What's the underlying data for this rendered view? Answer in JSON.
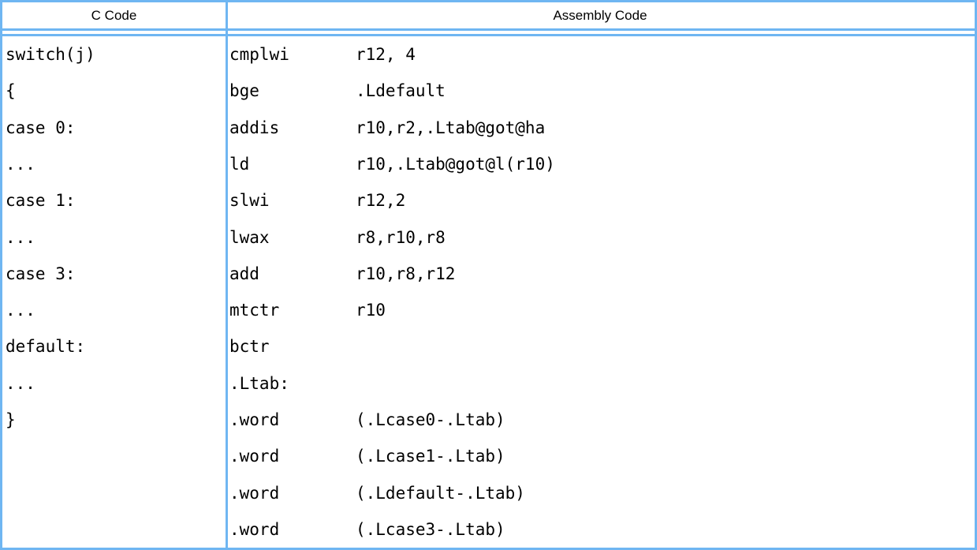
{
  "table": {
    "headers": [
      "C Code",
      "Assembly Code"
    ],
    "rows": [
      {
        "c": "switch(j)",
        "mnemonic": "cmplwi",
        "operand": "r12, 4"
      },
      {
        "c": "{",
        "mnemonic": "bge",
        "operand": ".Ldefault"
      },
      {
        "c": "case 0:",
        "mnemonic": "addis",
        "operand": "r10,r2,.Ltab@got@ha"
      },
      {
        "c": "...",
        "mnemonic": "ld",
        "operand": "r10,.Ltab@got@l(r10)"
      },
      {
        "c": "case 1:",
        "mnemonic": "slwi",
        "operand": "r12,2"
      },
      {
        "c": "...",
        "mnemonic": "lwax",
        "operand": "r8,r10,r8"
      },
      {
        "c": "case 3:",
        "mnemonic": "add",
        "operand": "r10,r8,r12"
      },
      {
        "c": "...",
        "mnemonic": "mtctr",
        "operand": "r10"
      },
      {
        "c": "default:",
        "mnemonic": "bctr",
        "operand": ""
      },
      {
        "c": "...",
        "mnemonic": ".Ltab:",
        "operand": ""
      },
      {
        "c": "}",
        "mnemonic": ".word",
        "operand": "(.Lcase0-.Ltab)"
      },
      {
        "c": "",
        "mnemonic": ".word",
        "operand": "(.Lcase1-.Ltab)"
      },
      {
        "c": "",
        "mnemonic": ".word",
        "operand": "(.Ldefault-.Ltab)"
      },
      {
        "c": "",
        "mnemonic": ".word",
        "operand": "(.Lcase3-.Ltab)"
      }
    ],
    "colors": {
      "border": "#6fb6f2",
      "text": "#000000",
      "background": "#ffffff"
    }
  }
}
